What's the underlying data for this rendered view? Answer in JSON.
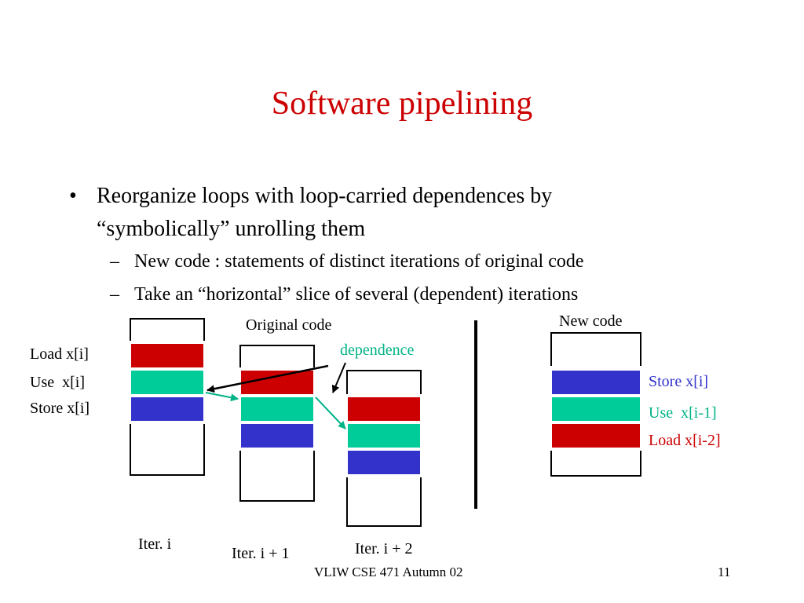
{
  "slide": {
    "title": "Software pipelining",
    "bullet_marker": "•",
    "bullet": "Reorganize loops with loop-carried dependences by “symbolically” unrolling them",
    "bullet_line1": "Reorganize loops with loop-carried dependences by",
    "bullet_line2": "“symbolically” unrolling them",
    "sub_marker": "–",
    "sub_bullets": [
      "New code : statements of distinct iterations of original code",
      "Take an “horizontal” slice of several (dependent) iterations"
    ]
  },
  "diagram": {
    "original_code_label": "Original code",
    "new_code_label": "New code",
    "dependence_label": "dependence",
    "original_statements": [
      "Load  x[i]",
      "Use  x[i]",
      "Store x[i]"
    ],
    "new_statements": [
      "Store x[i]",
      "Use  x[i-1]",
      "Load x[i-2]"
    ],
    "iterations": [
      "Iter. i",
      "Iter. i + 1",
      "Iter. i + 2"
    ],
    "colors": {
      "load": "#cc0000",
      "use": "#00cc99",
      "store": "#3333cc",
      "title": "#cc0000",
      "dependence": "#00b386"
    }
  },
  "footer": {
    "course": "VLIW CSE 471 Autumn 02",
    "page_number": "11"
  }
}
